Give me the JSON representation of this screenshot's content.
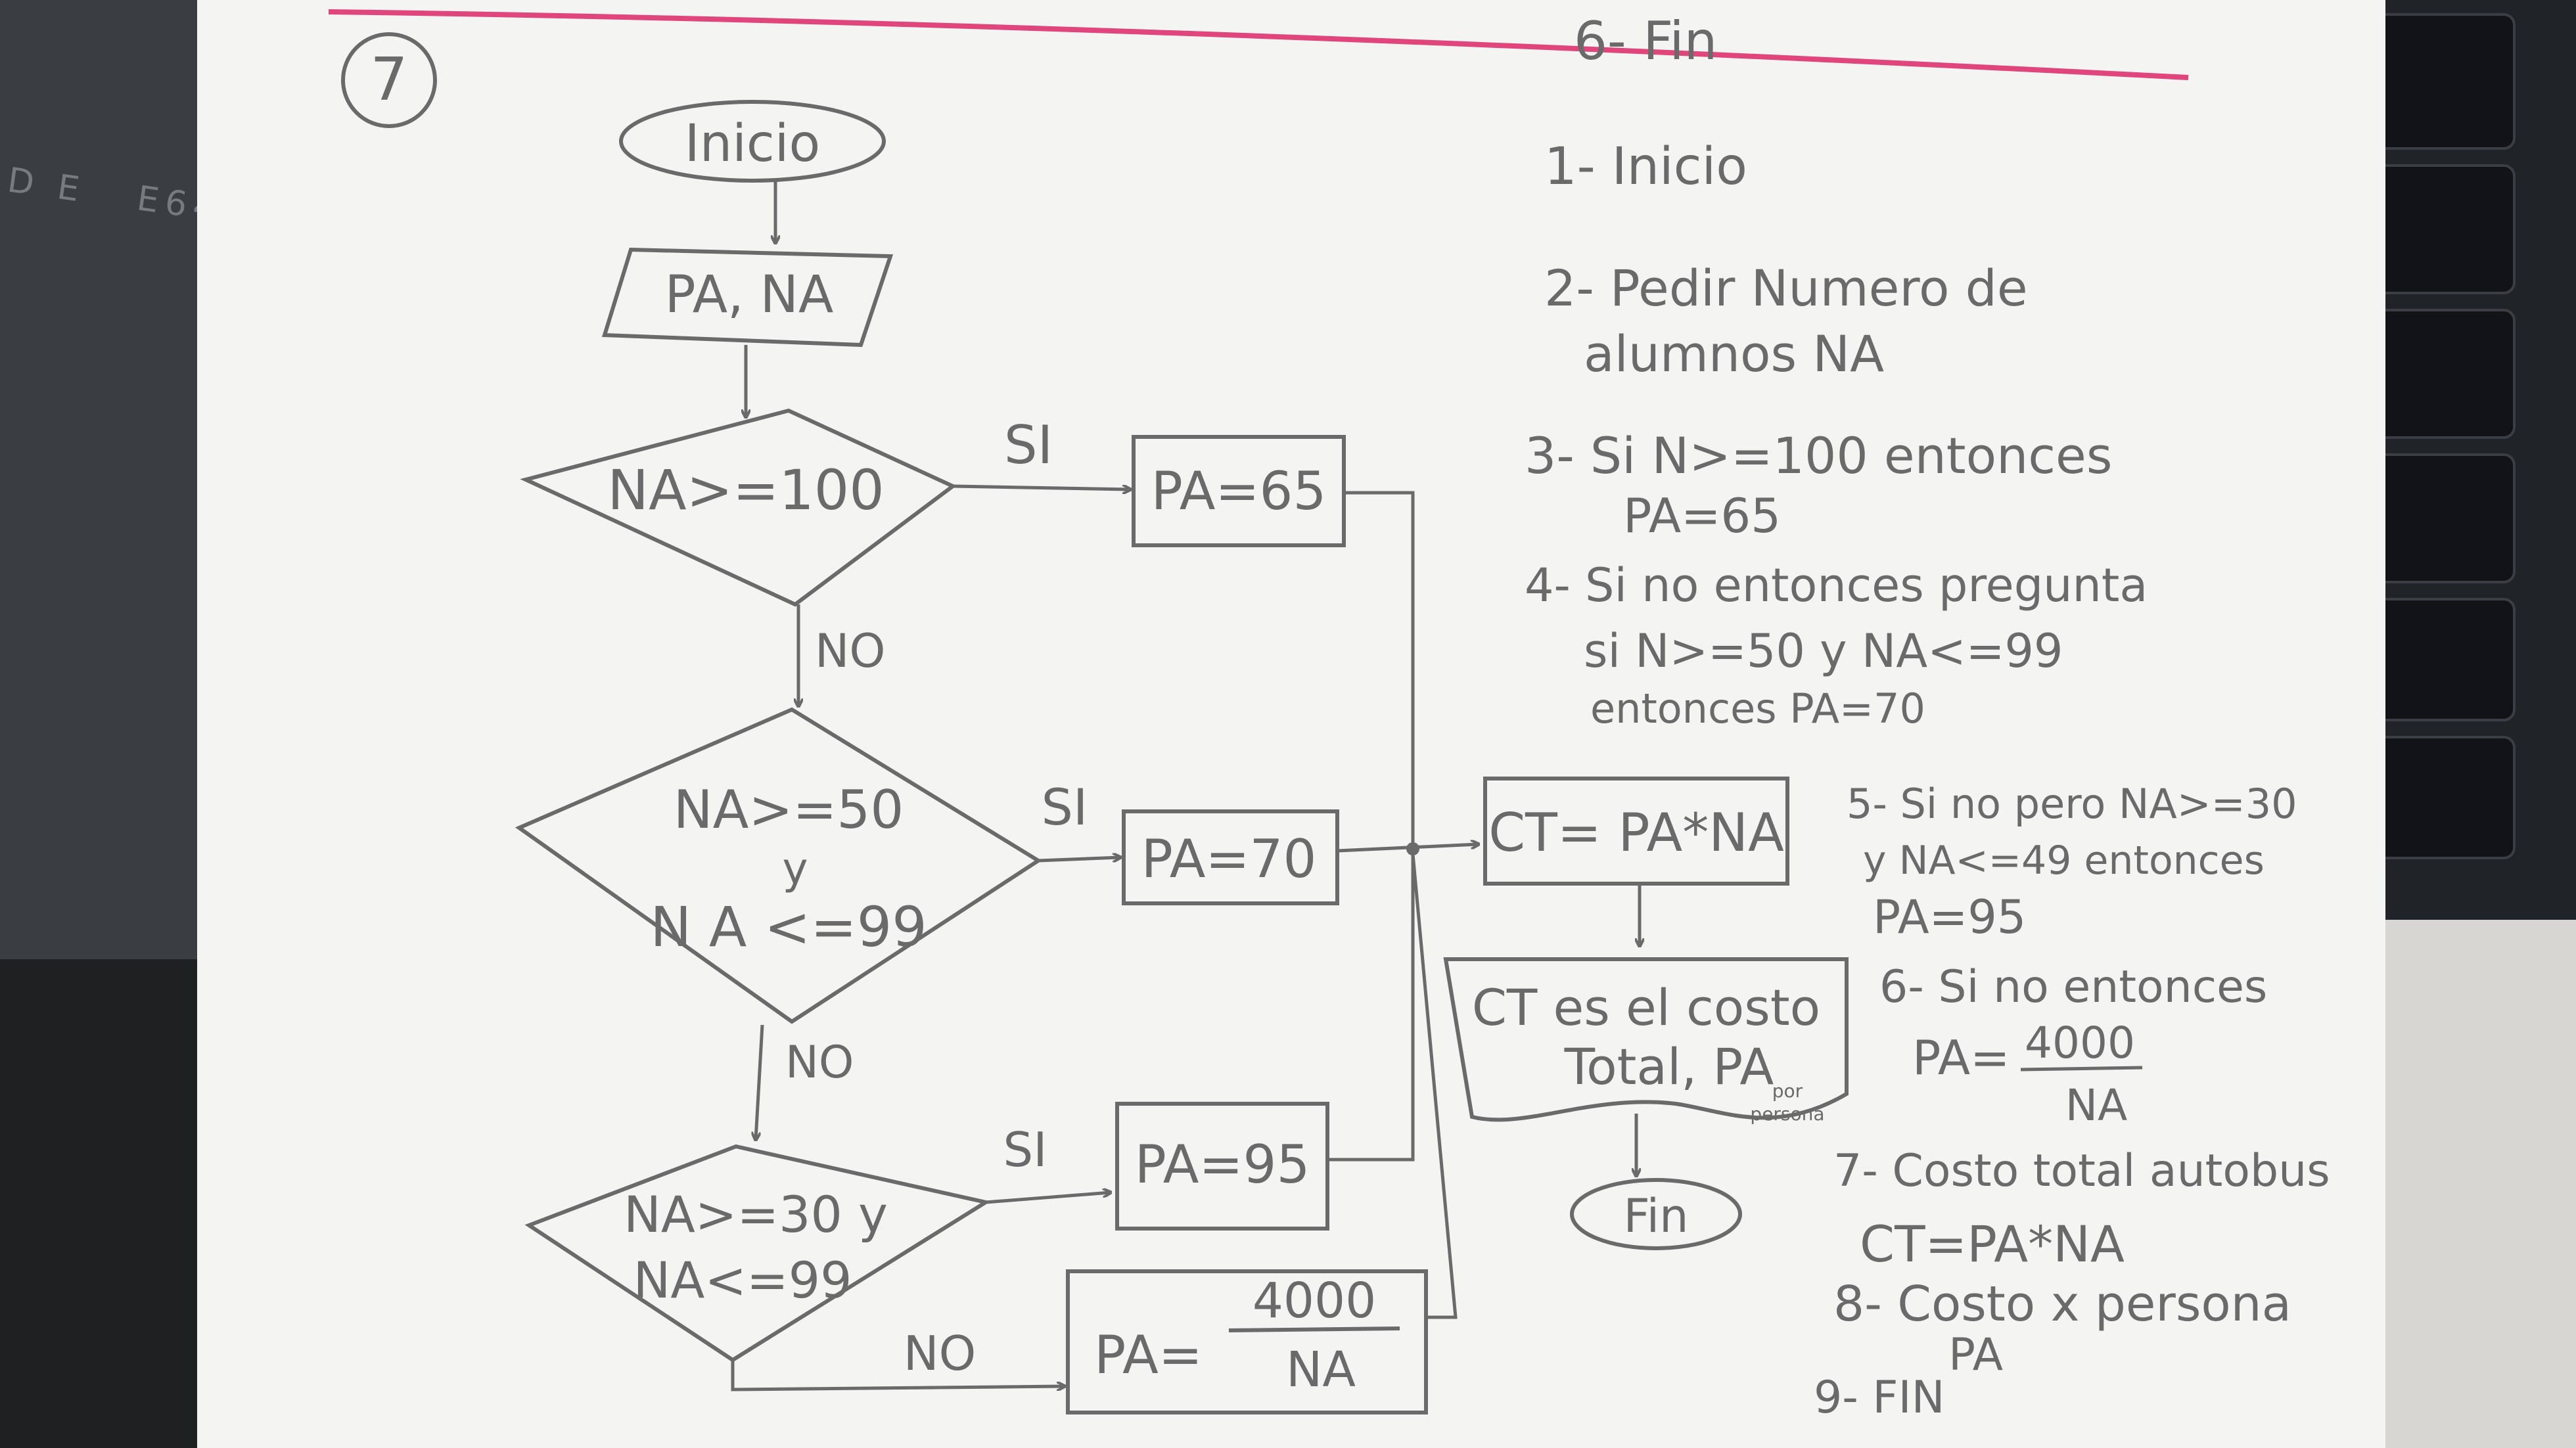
{
  "page_number": "7",
  "header_note": "6- Fin",
  "flowchart": {
    "start": "Inicio",
    "input": "PA, NA",
    "decision1": "NA>=100",
    "decision2_line1": "NA>=50",
    "decision2_line2": "y",
    "decision2_line3": "N A <=99",
    "decision3_line1": "NA>=30 y",
    "decision3_line2": "NA<=99",
    "yes_label": "SI",
    "no_label": "NO",
    "assign_65": "PA=65",
    "assign_70": "PA=70",
    "assign_95": "PA=95",
    "assign_formula_left": "PA=",
    "assign_formula_num": "4000",
    "assign_formula_den": "NA",
    "process_ct": "CT= PA*NA",
    "output_line1": "CT es el costo",
    "output_line2": "Total, PA",
    "output_small1": "por",
    "output_small2": "persona",
    "end": "Fin"
  },
  "steps": {
    "s1": "1- Inicio",
    "s2a": "2- Pedir Numero de",
    "s2b": "alumnos NA",
    "s3a": "3- Si N>=100 entonces",
    "s3b": "PA=65",
    "s4a": "4- Si no entonces pregunta",
    "s4b": "si N>=50 y NA<=99",
    "s4c": "entonces PA=70",
    "s5a": "5- Si no pero NA>=30",
    "s5b": "y NA<=49 entonces",
    "s5c": "PA=95",
    "s6a": "6- Si no entonces",
    "s6b": "PA=",
    "s6num": "4000",
    "s6den": "NA",
    "s7a": "7- Costo total autobus",
    "s7b": "CT=PA*NA",
    "s8a": "8- Costo x persona",
    "s8b": "PA",
    "s9": "9- FIN"
  },
  "colors": {
    "paper": "#f4f4f2",
    "pencil": "#6a6a6a",
    "pink_rule": "#e0457b"
  }
}
